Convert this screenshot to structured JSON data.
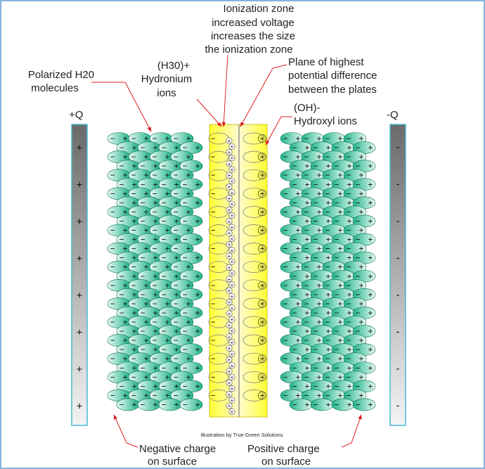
{
  "colors": {
    "border": "#5b9bd5",
    "arrow": "#e02020",
    "molecule_dark": "#1fb38a",
    "molecule_light": "#e8fbf4",
    "zone_yellow": "#ffff33",
    "zone_yellow_light": "#fffbd0",
    "plate_dark": "#6a6a6a",
    "plate_light": "#f4f4f4",
    "plate_border": "#49b8d0",
    "text": "#222222"
  },
  "labels": {
    "ionization_zone": [
      "Ionization zone",
      "increased voltage",
      "increases the size",
      "the ionization zone"
    ],
    "hydronium": [
      "(H30)+",
      "Hydronium",
      "ions"
    ],
    "polarized": [
      "Polarized H20",
      "molecules"
    ],
    "plane": [
      "Plane of highest",
      "potential difference",
      "between the plates"
    ],
    "hydroxyl": [
      "(OH)-",
      "Hydroxyl ions"
    ],
    "negative_surface": [
      "Negative charge",
      "on surface"
    ],
    "positive_surface": [
      "Positive charge",
      "on surface"
    ],
    "credit": "Illustration by True Green Solutions"
  },
  "plates": {
    "left": {
      "label": "+Q",
      "sign": "+"
    },
    "right": {
      "label": "-Q",
      "sign": "-"
    }
  },
  "molecule": {
    "negative_sign": "−",
    "positive_sign": "+"
  },
  "ion_sign": "+"
}
